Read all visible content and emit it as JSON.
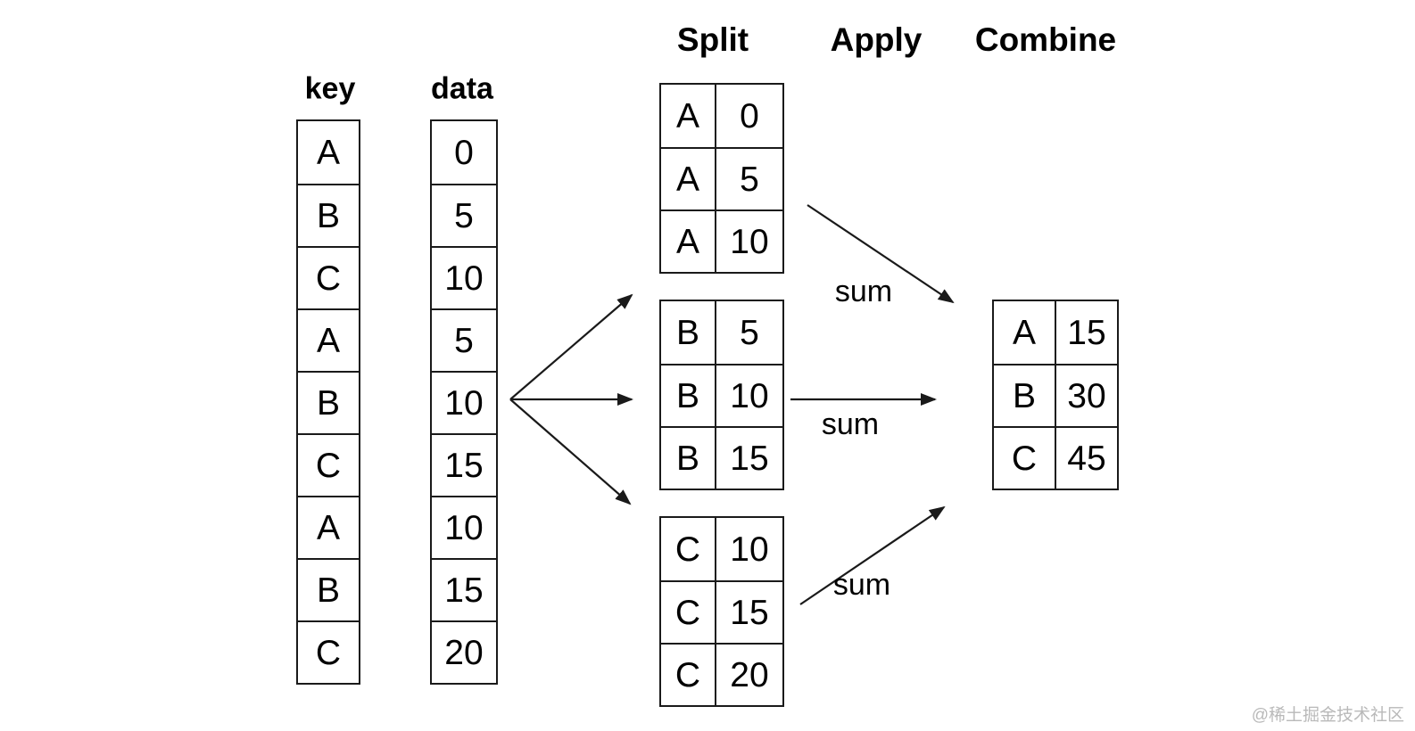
{
  "source": {
    "key_header": "key",
    "data_header": "data",
    "rows": [
      {
        "key": "A",
        "value": "0"
      },
      {
        "key": "B",
        "value": "5"
      },
      {
        "key": "C",
        "value": "10"
      },
      {
        "key": "A",
        "value": "5"
      },
      {
        "key": "B",
        "value": "10"
      },
      {
        "key": "C",
        "value": "15"
      },
      {
        "key": "A",
        "value": "10"
      },
      {
        "key": "B",
        "value": "15"
      },
      {
        "key": "C",
        "value": "20"
      }
    ]
  },
  "stages": {
    "split": "Split",
    "apply": "Apply",
    "combine": "Combine"
  },
  "split": [
    {
      "group": "A",
      "rows": [
        [
          "A",
          "0"
        ],
        [
          "A",
          "5"
        ],
        [
          "A",
          "10"
        ]
      ]
    },
    {
      "group": "B",
      "rows": [
        [
          "B",
          "5"
        ],
        [
          "B",
          "10"
        ],
        [
          "B",
          "15"
        ]
      ]
    },
    {
      "group": "C",
      "rows": [
        [
          "C",
          "10"
        ],
        [
          "C",
          "15"
        ],
        [
          "C",
          "20"
        ]
      ]
    }
  ],
  "apply": {
    "operation": "sum",
    "labels": [
      "sum",
      "sum",
      "sum"
    ]
  },
  "combine": {
    "rows": [
      [
        "A",
        "15"
      ],
      [
        "B",
        "30"
      ],
      [
        "C",
        "45"
      ]
    ]
  },
  "watermark": "@稀土掘金技术社区",
  "colors": {
    "line": "#1a1a1a",
    "text": "#000000",
    "watermark": "#b9b9b9",
    "background": "#ffffff"
  }
}
